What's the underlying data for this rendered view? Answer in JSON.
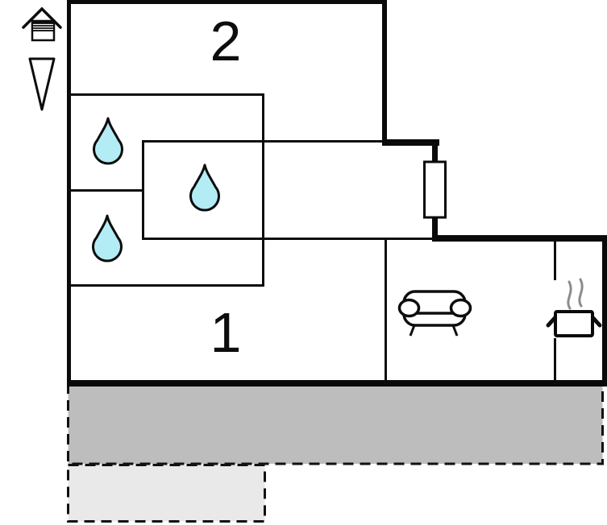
{
  "floorplan": {
    "rooms": [
      {
        "label": "2"
      },
      {
        "label": "1"
      }
    ],
    "icons": {
      "compass": [
        "house-icon",
        "north-arrow-icon"
      ],
      "plumbing": "water-drop-icon",
      "water_drop_count": 3,
      "living": "sofa-icon",
      "kitchen": "cooking-pot-icon",
      "wall_feature": "window-icon"
    },
    "colors": {
      "wall": "#0a0a0a",
      "drop_fill": "#b3ecf4",
      "drop_stroke": "#0c0c0c",
      "terrace_fill": "#bdbdbd",
      "patio_fill": "#e9e9e9",
      "dash_stroke": "#111111",
      "steam": "#8c8c8c",
      "background": "#ffffff"
    }
  }
}
